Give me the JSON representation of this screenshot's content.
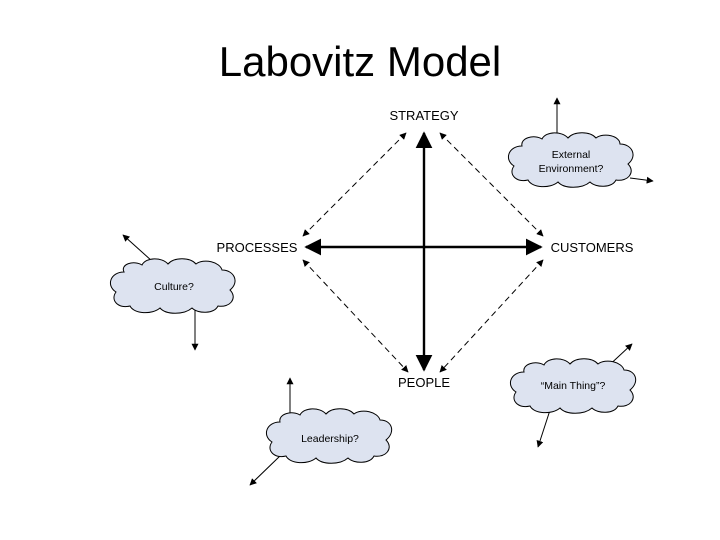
{
  "title": "Labovitz Model",
  "nodes": {
    "strategy": "STRATEGY",
    "processes": "PROCESSES",
    "customers": "CUSTOMERS",
    "people": "PEOPLE"
  },
  "clouds": {
    "external_line1": "External",
    "external_line2": "Environment?",
    "culture": "Culture?",
    "main_thing": "“Main Thing”?",
    "leadership": "Leadership?"
  },
  "colors": {
    "cloud_fill": "#dde3f0",
    "line": "#000000"
  }
}
